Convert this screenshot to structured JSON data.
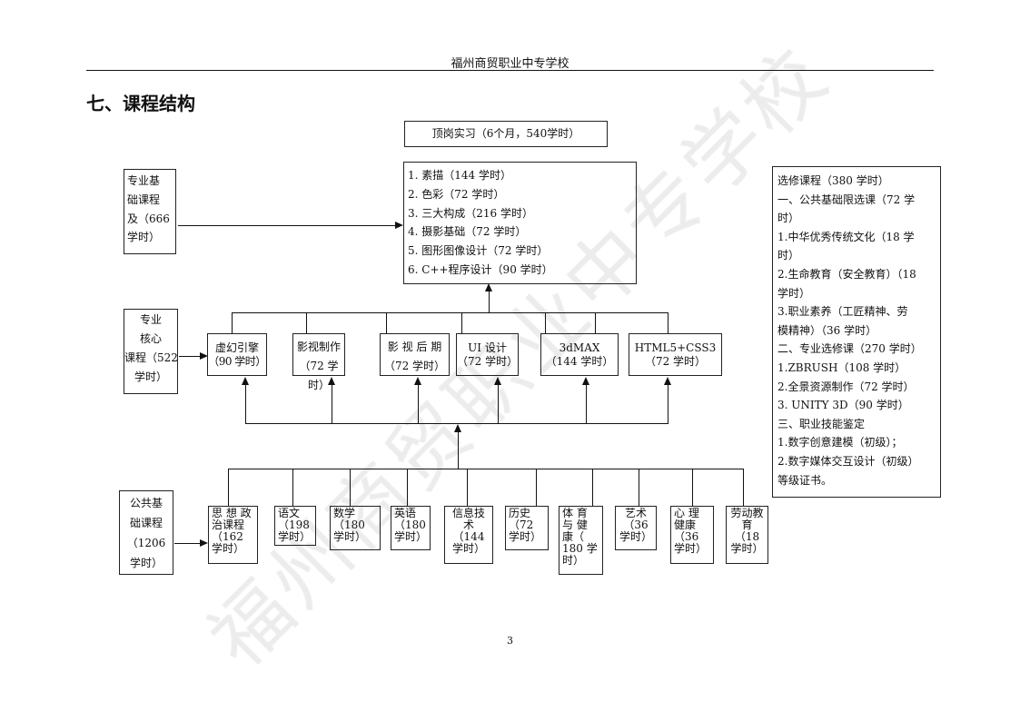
{
  "header": {
    "school": "福州商贸职业中专学校"
  },
  "section_title": "七、课程结构",
  "watermark": "福州商贸职业中专学校",
  "internship": "顶岗实习（6个月，540学时）",
  "foundation": {
    "label": "专业基础课程及（666学时）",
    "label_lines": [
      "专业基",
      "础课程",
      "及（666",
      "学时）"
    ],
    "courses": [
      "1.  素描（144 学时）",
      "2.  色彩（72 学时）",
      "3.  三大构成（216 学时）",
      "4.  摄影基础（72 学时）",
      "5.  图形图像设计（72 学时）",
      "6.  C++程序设计（90 学时）"
    ]
  },
  "core": {
    "label_lines": [
      "专业",
      "核心",
      "课程（522",
      "学时）"
    ],
    "courses": [
      {
        "name": "虚幻引擎",
        "hours": "（90 学时）"
      },
      {
        "name": "影视制作",
        "hours": "（72 学时）"
      },
      {
        "name": "影 视 后 期",
        "hours": "（72 学时）"
      },
      {
        "name": "UI 设计",
        "hours": "（72 学时）"
      },
      {
        "name": "3dMAX",
        "hours": "（144 学时）"
      },
      {
        "name": "HTML5+CSS3",
        "hours": "（72 学时）"
      }
    ]
  },
  "public": {
    "label_lines": [
      "公共基",
      "础课程",
      "（1206",
      "学时）"
    ],
    "courses": [
      "思 想 政 治课程（162 学时）",
      "语文（198 学时）",
      "数学（180 学时）",
      "英语（180 学时）",
      "信息技术（144 学时）",
      "历史（72 学时）",
      "体 育 与 健 康（ 180 学时）",
      "艺术（36 学时）",
      "心 理 健康（36 学时）",
      "劳动教育（18 学时）"
    ]
  },
  "electives": [
    "选修课程（380 学时）",
    "一、公共基础限选课（72 学",
    "时）",
    "1.中华优秀传统文化（18 学",
    "时）",
    "2.生命教育（安全教育）（18",
    "学时）",
    "3.职业素养（工匠精神、劳",
    "模精神）（36 学时）",
    "二、专业选修课（270 学时）",
    "1.ZBRUSH（108 学时）",
    "2.全景资源制作（72 学时）",
    "3. UNITY 3D（90 学时）",
    "三、职业技能鉴定",
    "1.数字创意建模（初级）；",
    "2.数字媒体交互设计（初级）",
    "等级证书。"
  ],
  "page_number": "3"
}
